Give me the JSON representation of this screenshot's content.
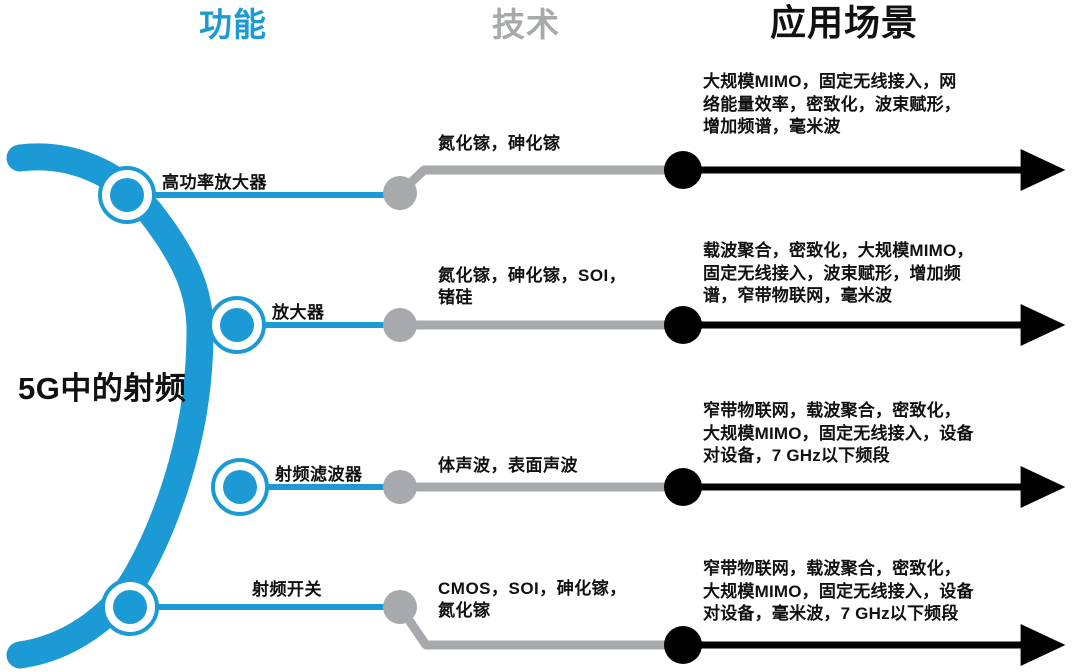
{
  "diagram": {
    "root_title": "5G中的射频",
    "headers": {
      "function": "功能",
      "technology": "技术",
      "application": "应用场景"
    },
    "colors": {
      "brand_blue": "#1C9AD6",
      "tech_gray": "#A7A9AC",
      "application_black": "#000000",
      "background": "#FFFFFF"
    },
    "rows": [
      {
        "function": "高功率放大器",
        "technology": "氮化镓，砷化镓",
        "application": "大规模MIMO，固定无线接入，网络能量效率，密致化，波束赋形，增加频谱，毫米波"
      },
      {
        "function": "放大器",
        "technology": "氮化镓，砷化镓，SOI，锗硅",
        "application": "载波聚合，密致化，大规模MIMO，固定无线接入，波束赋形，增加频谱，窄带物联网，毫米波"
      },
      {
        "function": "射频滤波器",
        "technology": "体声波，表面声波",
        "application": "窄带物联网，载波聚合，密致化，大规模MIMO，固定无线接入，设备对设备，7 GHz以下频段"
      },
      {
        "function": "射频开关",
        "technology": "CMOS，SOI，砷化镓，氮化镓",
        "application": "窄带物联网，载波聚合，密致化，大规模MIMO，固定无线接入，设备对设备，毫米波，7 GHz以下频段"
      }
    ],
    "tech_lines": [
      [
        "氮化镓，砷化镓"
      ],
      [
        "氮化镓，砷化镓，SOI，",
        "锗硅"
      ],
      [
        "体声波，表面声波"
      ],
      [
        "CMOS，SOI，砷化镓，",
        "氮化镓"
      ]
    ],
    "app_lines": [
      [
        "大规模MIMO，固定无线接入，网",
        "络能量效率，密致化，波束赋形，",
        "增加频谱，毫米波"
      ],
      [
        "载波聚合，密致化，大规模MIMO，",
        "固定无线接入，波束赋形，增加频",
        "谱，窄带物联网，毫米波"
      ],
      [
        "窄带物联网，载波聚合，密致化，",
        "大规模MIMO，固定无线接入，设备",
        "对设备，7 GHz以下频段"
      ],
      [
        "窄带物联网，载波聚合，密致化，",
        "大规模MIMO，固定无线接入，设备",
        "对设备，毫米波，7 GHz以下频段"
      ]
    ]
  }
}
